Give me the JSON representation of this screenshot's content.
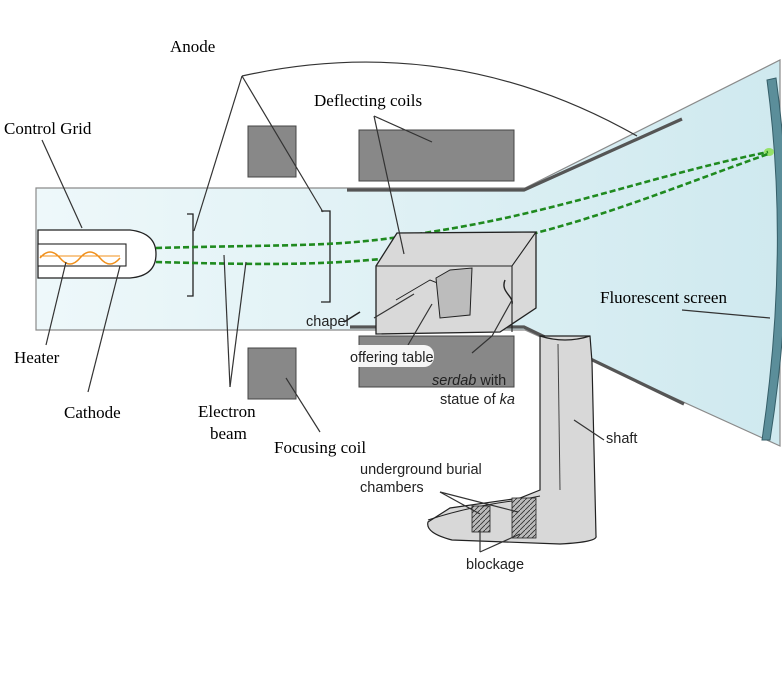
{
  "crt_labels": {
    "anode": "Anode",
    "deflecting_coils": "Deflecting coils",
    "control_grid": "Control Grid",
    "fluorescent_screen": "Fluorescent screen",
    "heater": "Heater",
    "cathode": "Cathode",
    "electron_beam_line1": "Electron",
    "electron_beam_line2": "beam",
    "focusing_coil": "Focusing coil"
  },
  "tomb_labels": {
    "chapel": "chapel",
    "offering_table": "offering table",
    "serdab_word": "serdab",
    "serdab_with": " with",
    "statue_of": "statue of ",
    "ka_word": "ka",
    "shaft": "shaft",
    "burial_line1": "underground burial",
    "burial_line2": "chambers",
    "blockage": "blockage"
  },
  "colors": {
    "tube_fill": "#e3f4f8",
    "tube_stroke": "#8a8a8a",
    "coil_fill": "#888888",
    "beam": "#1f8a1f",
    "heater_wave": "#f0901c",
    "shaft_fill": "#d6d6d6"
  }
}
